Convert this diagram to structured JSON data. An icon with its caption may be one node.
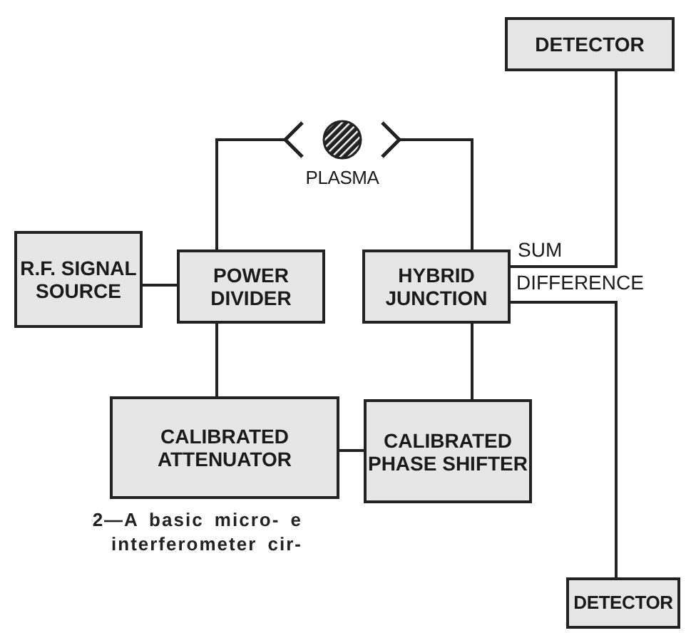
{
  "diagram": {
    "caption": "2—A basic micro- e interferometer cir-",
    "nodes": [
      {
        "text": [
          "DETECTOR"
        ]
      },
      {
        "text": [
          "PLASMA"
        ]
      },
      {
        "text": [
          "R.F. SIGNAL SOURCE"
        ]
      },
      {
        "text": [
          "POWER DIVIDER"
        ]
      },
      {
        "text": [
          "HYBRID JUNCTION"
        ]
      },
      {
        "text": [
          "CALIBRATED ATTENUATOR"
        ]
      },
      {
        "text": [
          "CALIBRATED PHASE SHIFTER"
        ]
      },
      {
        "text": [
          "DETECTOR"
        ]
      }
    ],
    "edges": [
      {
        "from": 2,
        "to": 3,
        "arrow": "none"
      },
      {
        "from": 3,
        "to": 1,
        "arrow": "other"
      },
      {
        "from": 4,
        "to": 1,
        "arrow": "other"
      },
      {
        "from": 4,
        "to": 0,
        "arrow": "none",
        "label": "SUM"
      },
      {
        "from": 4,
        "to": 7,
        "arrow": "none",
        "label": "DIFFERENCE"
      },
      {
        "from": 3,
        "to": 5,
        "arrow": "none"
      },
      {
        "from": 5,
        "to": 6,
        "arrow": "none"
      },
      {
        "from": 4,
        "to": 6,
        "arrow": "none"
      }
    ]
  }
}
